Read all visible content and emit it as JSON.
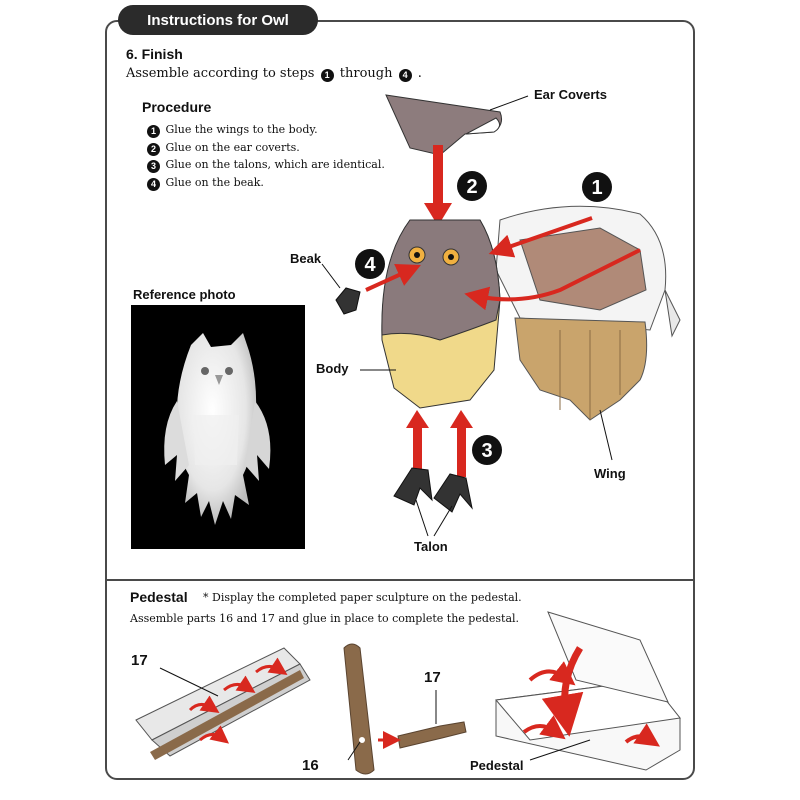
{
  "header": {
    "title": "Instructions for Owl"
  },
  "step": {
    "heading": "6. Finish",
    "text_prefix": "Assemble according to steps",
    "from_num": "1",
    "text_middle": "through",
    "to_num": "4",
    "text_suffix": "."
  },
  "procedure": {
    "heading": "Procedure",
    "items": [
      {
        "num": "1",
        "text": "Glue the wings to the body."
      },
      {
        "num": "2",
        "text": "Glue on the ear coverts."
      },
      {
        "num": "3",
        "text": "Glue on the talons, which are identical."
      },
      {
        "num": "4",
        "text": "Glue on the beak."
      }
    ]
  },
  "reference": {
    "heading": "Reference photo"
  },
  "labels": {
    "ear_coverts": "Ear Coverts",
    "beak": "Beak",
    "body": "Body",
    "wing": "Wing",
    "talon": "Talon"
  },
  "step_markers": [
    "1",
    "2",
    "3",
    "4"
  ],
  "pedestal": {
    "heading": "Pedestal",
    "note": "* Display the completed paper sculpture on the pedestal.",
    "text": "Assemble parts 16 and 17 and glue in place to complete the pedestal.",
    "part_17_a": "17",
    "part_16": "16",
    "part_17_b": "17",
    "pedestal_label": "Pedestal"
  },
  "colors": {
    "arrow": "#d8281f",
    "owl_head": "#8a7a7c",
    "owl_belly": "#f0d98a",
    "wing_tan": "#c9a46c",
    "wing_brown": "#a0806a",
    "stick": "#8a6a4a",
    "frame": "#4a4a4a"
  }
}
